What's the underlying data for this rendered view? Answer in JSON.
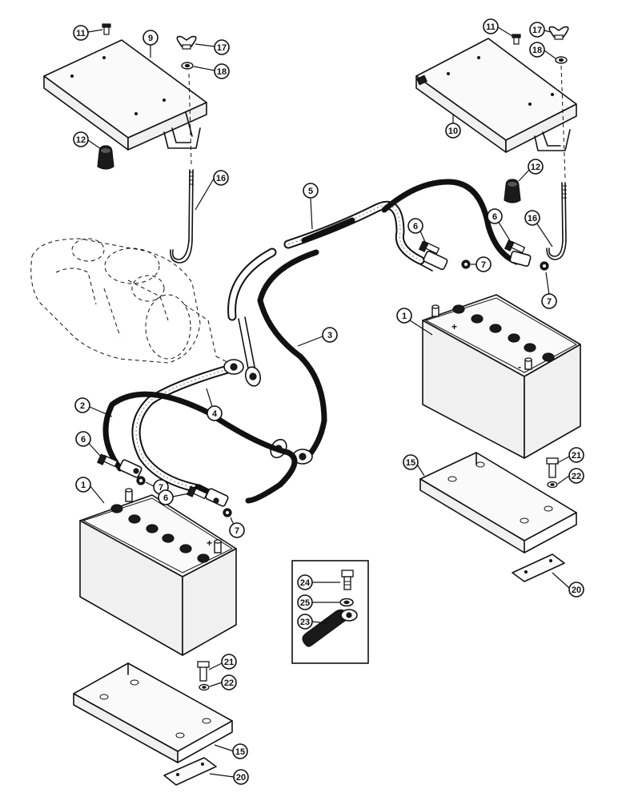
{
  "callouts": [
    {
      "id": "c11a",
      "label": "11"
    },
    {
      "id": "c9",
      "label": "9"
    },
    {
      "id": "c17a",
      "label": "17"
    },
    {
      "id": "c18a",
      "label": "18"
    },
    {
      "id": "c12a",
      "label": "12"
    },
    {
      "id": "c16a",
      "label": "16"
    },
    {
      "id": "c11b",
      "label": "11"
    },
    {
      "id": "c17b",
      "label": "17"
    },
    {
      "id": "c18b",
      "label": "18"
    },
    {
      "id": "c10",
      "label": "10"
    },
    {
      "id": "c12b",
      "label": "12"
    },
    {
      "id": "c16b",
      "label": "16"
    },
    {
      "id": "c5",
      "label": "5"
    },
    {
      "id": "c6a",
      "label": "6"
    },
    {
      "id": "c6b",
      "label": "6"
    },
    {
      "id": "c7a",
      "label": "7"
    },
    {
      "id": "c7b",
      "label": "7"
    },
    {
      "id": "c3",
      "label": "3"
    },
    {
      "id": "c1a",
      "label": "1"
    },
    {
      "id": "c4",
      "label": "4"
    },
    {
      "id": "c2",
      "label": "2"
    },
    {
      "id": "c6c",
      "label": "6"
    },
    {
      "id": "c7c",
      "label": "7"
    },
    {
      "id": "c1b",
      "label": "1"
    },
    {
      "id": "c6d",
      "label": "6"
    },
    {
      "id": "c7d",
      "label": "7"
    },
    {
      "id": "c21a",
      "label": "21"
    },
    {
      "id": "c22a",
      "label": "22"
    },
    {
      "id": "c15a",
      "label": "15"
    },
    {
      "id": "c20a",
      "label": "20"
    },
    {
      "id": "c24",
      "label": "24"
    },
    {
      "id": "c25",
      "label": "25"
    },
    {
      "id": "c23",
      "label": "23"
    },
    {
      "id": "c21b",
      "label": "21"
    },
    {
      "id": "c22b",
      "label": "22"
    },
    {
      "id": "c15b",
      "label": "15"
    },
    {
      "id": "c20b",
      "label": "20"
    }
  ],
  "terminal_marks": {
    "negative": "-",
    "positive": "+"
  }
}
